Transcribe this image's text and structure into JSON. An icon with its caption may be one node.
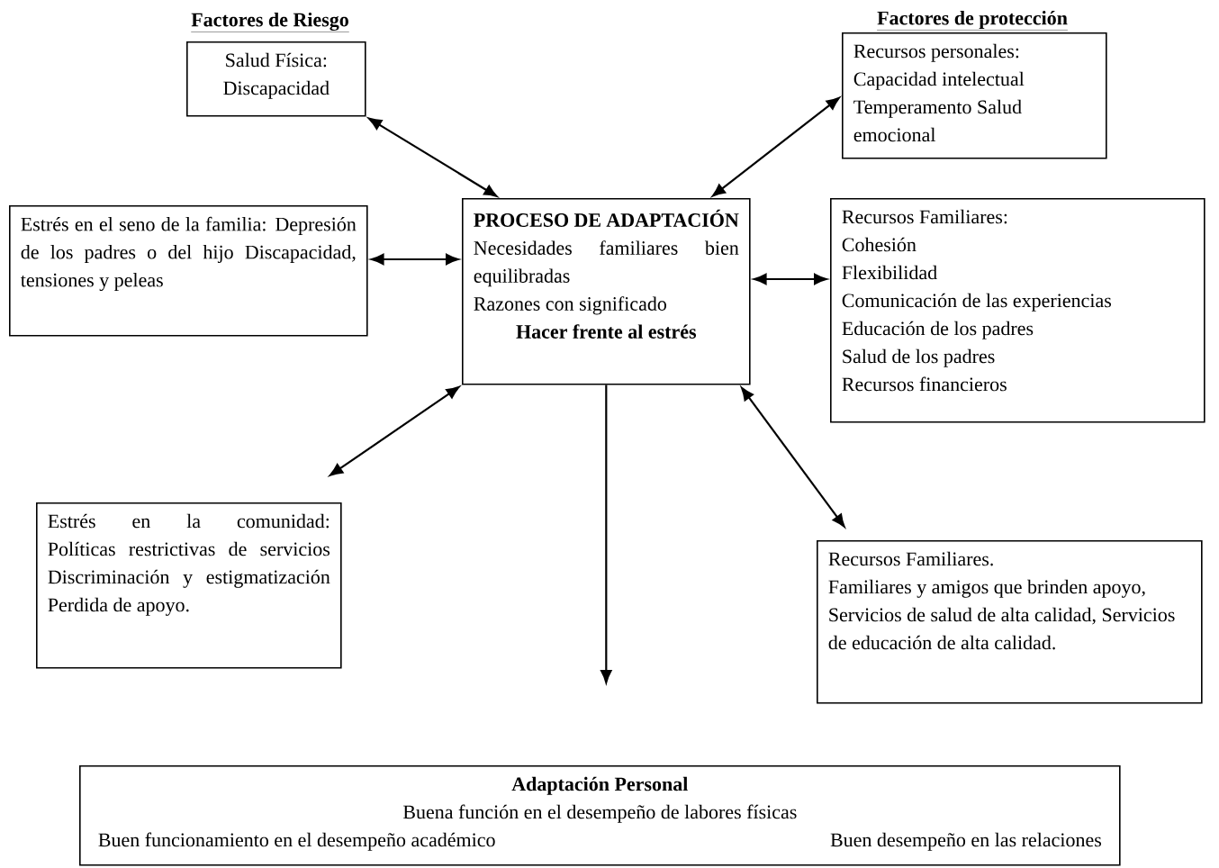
{
  "diagram": {
    "nodes": [
      {
        "text": [
          "Salud Física: Discapacidad"
        ]
      },
      {
        "text": [
          "Recursos personales: Capacidad intelectual Temperamento Salud emocional"
        ]
      },
      {
        "text": [
          "Estrés en el seno de la familia: Depresión de los padres o del hijo Discapacidad, tensiones y peleas"
        ]
      },
      {
        "text": [
          "PROCESO DE ADAPTACIÓN",
          "Necesidades familiares bien equilibradas",
          "Razones con significado",
          "Hacer frente al estrés"
        ]
      },
      {
        "text": [
          "Recursos Familiares:",
          "Cohesión",
          "Flexibilidad",
          "Comunicación de las experiencias",
          "Educación de los padres",
          "Salud de los padres",
          "Recursos financieros"
        ]
      },
      {
        "text": [
          "Estrés en la comunidad: Políticas restrictivas de servicios Discriminación y estigmatización Perdida de apoyo."
        ]
      },
      {
        "text": [
          "Recursos Familiares.",
          "Familiares y amigos que brinden apoyo, Servicios de salud de alta calidad, Servicios de educación de alta calidad."
        ]
      },
      {
        "text": [
          "Adaptación Personal",
          "Buena función en el desempeño de labores físicas",
          "Buen funcionamiento en el desempeño académico",
          "Buen desempeño en las relaciones"
        ]
      }
    ],
    "edges": [
      {
        "from": 3,
        "to": 0,
        "arrow": "both"
      },
      {
        "from": 3,
        "to": 1,
        "arrow": "both"
      },
      {
        "from": 3,
        "to": 2,
        "arrow": "both"
      },
      {
        "from": 3,
        "to": 4,
        "arrow": "both"
      },
      {
        "from": 3,
        "to": 5,
        "arrow": "both"
      },
      {
        "from": 3,
        "to": 6,
        "arrow": "both"
      },
      {
        "from": 3,
        "to": 7,
        "arrow": "to"
      }
    ],
    "labels": [
      "Factores de Riesgo",
      "Factores de protección"
    ]
  }
}
